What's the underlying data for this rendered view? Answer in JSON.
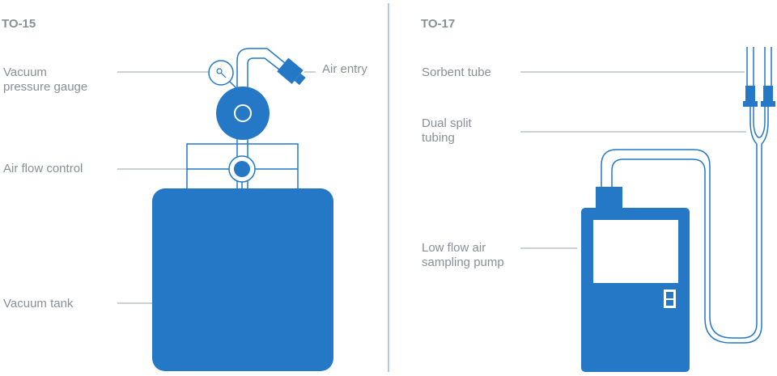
{
  "colors": {
    "accent": "#2478c6",
    "line": "#9aa3ac",
    "label": "#8a8f95"
  },
  "to15": {
    "title": "TO-15",
    "labels": {
      "gauge_line1": "Vacuum",
      "gauge_line2": "pressure gauge",
      "air_entry": "Air entry",
      "flow_control": "Air flow control",
      "vacuum_tank": "Vacuum tank"
    }
  },
  "to17": {
    "title": "TO-17",
    "labels": {
      "sorbent_tube": "Sorbent tube",
      "split_line1": "Dual split",
      "split_line2": "tubing",
      "pump_line1": "Low flow air",
      "pump_line2": "sampling pump"
    }
  }
}
